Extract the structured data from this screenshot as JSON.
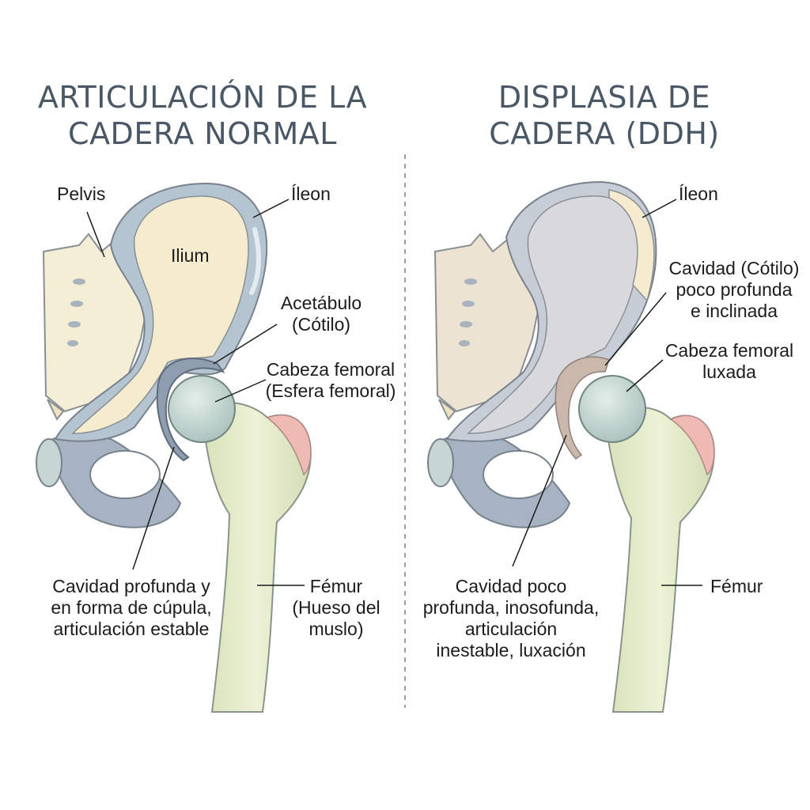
{
  "panels": {
    "normal": {
      "title": [
        "ARTICULACIÓN DE LA",
        "CADERA NORMAL"
      ],
      "labels": {
        "pelvis": "Pelvis",
        "ilium": "Ilium",
        "ileon": "Íleon",
        "acetabulo": [
          "Acetábulo",
          "(Cótilo)"
        ],
        "cabeza": [
          "Cabeza femoral",
          "(Esfera femoral)"
        ],
        "cavidad": [
          "Cavidad profunda y",
          "en forma de cúpula,",
          "articulación estable"
        ],
        "femur": [
          "Fémur",
          "(Hueso del",
          "muslo)"
        ]
      }
    },
    "ddh": {
      "title": [
        "DISPLASIA DE",
        "CADERA (DDH)"
      ],
      "labels": {
        "ileon": "Íleon",
        "cavidad_cotilo": [
          "Cavidad (Cótilo)",
          "poco profunda",
          "e inclinada"
        ],
        "cabeza": [
          "Cabeza femoral",
          "luxada"
        ],
        "cavidad": [
          "Cavidad poco",
          "profunda, inosofunda,",
          "articulación",
          "inestable, luxación"
        ],
        "femur": "Fémur"
      }
    }
  },
  "colors": {
    "bone_cream": "#f5eccf",
    "cartilage_blue": "#c8d5de",
    "cortex_slate": "#a5b3c2",
    "femoral_head": "#c9dcd6",
    "femur_green": "#e4ecca",
    "trochanter_pink": "#efb9b4",
    "title_gray": "#4a5866"
  }
}
